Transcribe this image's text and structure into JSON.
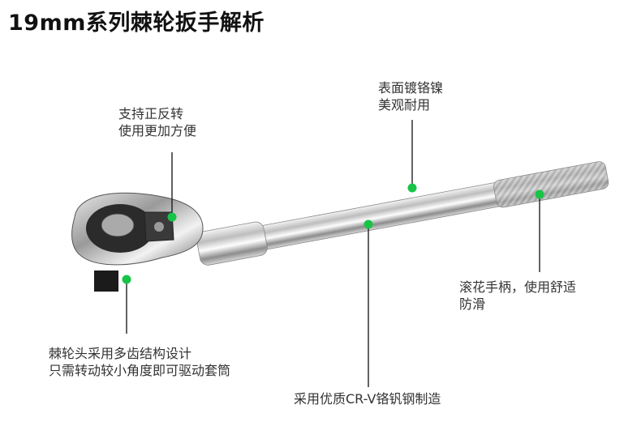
{
  "title": "19mm系列棘轮扳手解析",
  "callouts": {
    "ratchet_switch": [
      "支持正反转",
      "使用更加方便"
    ],
    "plating": [
      "表面镀铬镍",
      "美观耐用"
    ],
    "knurled_grip": [
      "滚花手柄，使用舒适",
      "防滑"
    ],
    "ratchet_head": [
      "棘轮头采用多齿结构设计",
      "只需转动较小角度即可驱动套筒"
    ],
    "material": [
      "采用优质CR-V铬钒钢制造"
    ]
  },
  "colors": {
    "marker_green": "#17c447",
    "callout_line": "#111111"
  }
}
